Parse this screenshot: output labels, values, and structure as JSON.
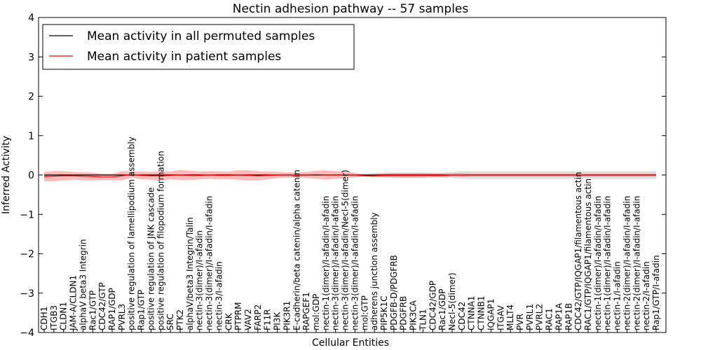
{
  "chart_data": {
    "type": "line",
    "title": "Nectin adhesion pathway -- 57 samples",
    "xlabel": "Cellular Entities",
    "ylabel": "Inferred Activity",
    "ylim": [
      -4,
      4
    ],
    "yticks": [
      4,
      3,
      2,
      1,
      0,
      -1,
      -2,
      -3,
      -4
    ],
    "ytick_labels": [
      "4",
      "3",
      "2",
      "1",
      "0",
      "−1",
      "−2",
      "−3",
      "−4"
    ],
    "grid": false,
    "legend_position": "top-left",
    "categories": [
      "CDH1",
      "ITGB3",
      "CLDN1",
      "JAM-A/CLDN1",
      "alphaV beta3 Integrin",
      "Rac1/GTP",
      "CDC42/GTP",
      "RAP1/GDP",
      "PVRL3",
      "positive regulation of lamellipodium assembly",
      "Rap1/GTP",
      "positive regulation of JNK cascade",
      "positive regulation of filopodium formation",
      "SRC",
      "PTK2",
      "alphaV/beta3 Integrin/Talin",
      "nectin-3(dimer)/I-afadin",
      "nectin-3(dimer)/I-afadin/I-afadin",
      "nectin-3/I-afadin",
      "CRK",
      "PTPRM",
      "VAV2",
      "FARP2",
      "F11R",
      "PI3K",
      "PIK3R1",
      "E-cadherin/beta catenin/alpha catenin",
      "RAPGEF1",
      "mol:GDP",
      "nectin-1(dimer)/I-afadin/I-afadin",
      "nectin-3(dimer)/I-afadin/I-afadin",
      "nectin-3(dimer)/I-afadin/Necl-5(dimer)",
      "nectin-3(dimer)/I-afadin/I-afadin",
      "mol:GTP",
      "adherens junction assembly",
      "PIP5K1C",
      "PDGFB-D/PDGFRB",
      "PDGFRB",
      "PIK3CA",
      "TLN1",
      "CDC42/GDP",
      "Rac1/GDP",
      "Necl-5(dimer)",
      "CDC42",
      "CTNNA1",
      "CTNNB1",
      "IQGAP1",
      "ITGAV",
      "MLLT4",
      "PVR",
      "PVRL1",
      "PVRL2",
      "RAC1",
      "RAP1A",
      "RAP1B",
      "CDC42/GTP/IQGAP1/filamentous actin",
      "RAC1/GTP/IQGAP1/filamentous actin",
      "nectin-1(dimer)/I-afadin/I-afadin",
      "nectin-1(dimer)/I-afadin/I-afadin",
      "nectin-1/I-afadin",
      "nectin-2(dimer)/I-afadin/I-afadin",
      "nectin-2(dimer)/I-afadin/I-afadin",
      "nectin-2/I-afadin",
      "Rap1/GTP/I-afadin"
    ],
    "series": [
      {
        "name": "Mean activity in all permuted samples",
        "color": "#000000",
        "values": [
          0,
          0,
          0,
          0,
          0,
          0,
          0,
          0,
          0,
          0,
          0,
          0,
          0,
          0,
          0,
          0,
          0,
          0,
          0,
          0,
          0,
          0,
          0,
          0,
          0,
          0,
          0,
          0,
          0,
          0,
          0,
          0,
          0,
          0,
          0,
          0,
          0,
          0,
          0,
          0,
          0,
          0,
          0,
          0,
          0,
          0,
          0,
          0,
          0,
          0,
          0,
          0,
          0,
          0,
          0,
          0,
          0,
          0,
          0,
          0,
          0,
          0,
          0,
          0
        ],
        "band_half_width": [
          0.02,
          0.02,
          0.02,
          0.02,
          0.02,
          0.02,
          0.02,
          0.02,
          0.02,
          0.02,
          0.02,
          0.02,
          0.02,
          0.02,
          0.02,
          0.02,
          0.02,
          0.02,
          0.02,
          0.02,
          0.02,
          0.02,
          0.02,
          0.02,
          0.02,
          0.02,
          0.02,
          0.02,
          0.02,
          0.02,
          0.02,
          0.02,
          0.02,
          0.04,
          0.06,
          0.06,
          0.06,
          0.06,
          0.06,
          0.06,
          0.06,
          0.06,
          0.08,
          0.1,
          0.1,
          0.1,
          0.1,
          0.1,
          0.1,
          0.1,
          0.1,
          0.1,
          0.1,
          0.1,
          0.1,
          0.1,
          0.1,
          0.1,
          0.1,
          0.1,
          0.1,
          0.1,
          0.1,
          0.1
        ]
      },
      {
        "name": "Mean activity in patient samples",
        "color": "#ff0000",
        "values": [
          -0.04,
          -0.03,
          -0.02,
          -0.02,
          -0.03,
          -0.04,
          -0.05,
          -0.05,
          -0.02,
          0.01,
          -0.01,
          -0.02,
          -0.02,
          -0.01,
          0.0,
          -0.01,
          -0.01,
          0.0,
          -0.01,
          -0.01,
          0.0,
          -0.01,
          -0.02,
          -0.01,
          0.0,
          0.0,
          0.0,
          0.0,
          0.01,
          0.0,
          0.0,
          0.0,
          0.0,
          -0.02,
          -0.02,
          -0.01,
          -0.01,
          -0.01,
          -0.01,
          -0.01,
          -0.01,
          -0.01,
          0.0,
          0.0,
          0.0,
          0.0,
          0.0,
          0.0,
          0.0,
          0.0,
          0.0,
          0.0,
          0.0,
          0.0,
          0.0,
          0.0,
          0.0,
          0.0,
          0.0,
          0.0,
          0.0,
          0.0,
          0.0,
          0.0
        ],
        "band_half_width": [
          0.12,
          0.13,
          0.12,
          0.1,
          0.1,
          0.1,
          0.08,
          0.08,
          0.12,
          0.08,
          0.1,
          0.1,
          0.12,
          0.1,
          0.13,
          0.12,
          0.1,
          0.1,
          0.1,
          0.1,
          0.12,
          0.13,
          0.12,
          0.1,
          0.08,
          0.07,
          0.06,
          0.08,
          0.1,
          0.12,
          0.1,
          0.08,
          0.06,
          0.02,
          0.04,
          0.05,
          0.06,
          0.06,
          0.06,
          0.06,
          0.05,
          0.05,
          0.04,
          0.05,
          0.04,
          0.04,
          0.04,
          0.04,
          0.04,
          0.04,
          0.04,
          0.04,
          0.04,
          0.04,
          0.04,
          0.04,
          0.04,
          0.04,
          0.04,
          0.04,
          0.04,
          0.04,
          0.04,
          0.04
        ]
      }
    ]
  }
}
